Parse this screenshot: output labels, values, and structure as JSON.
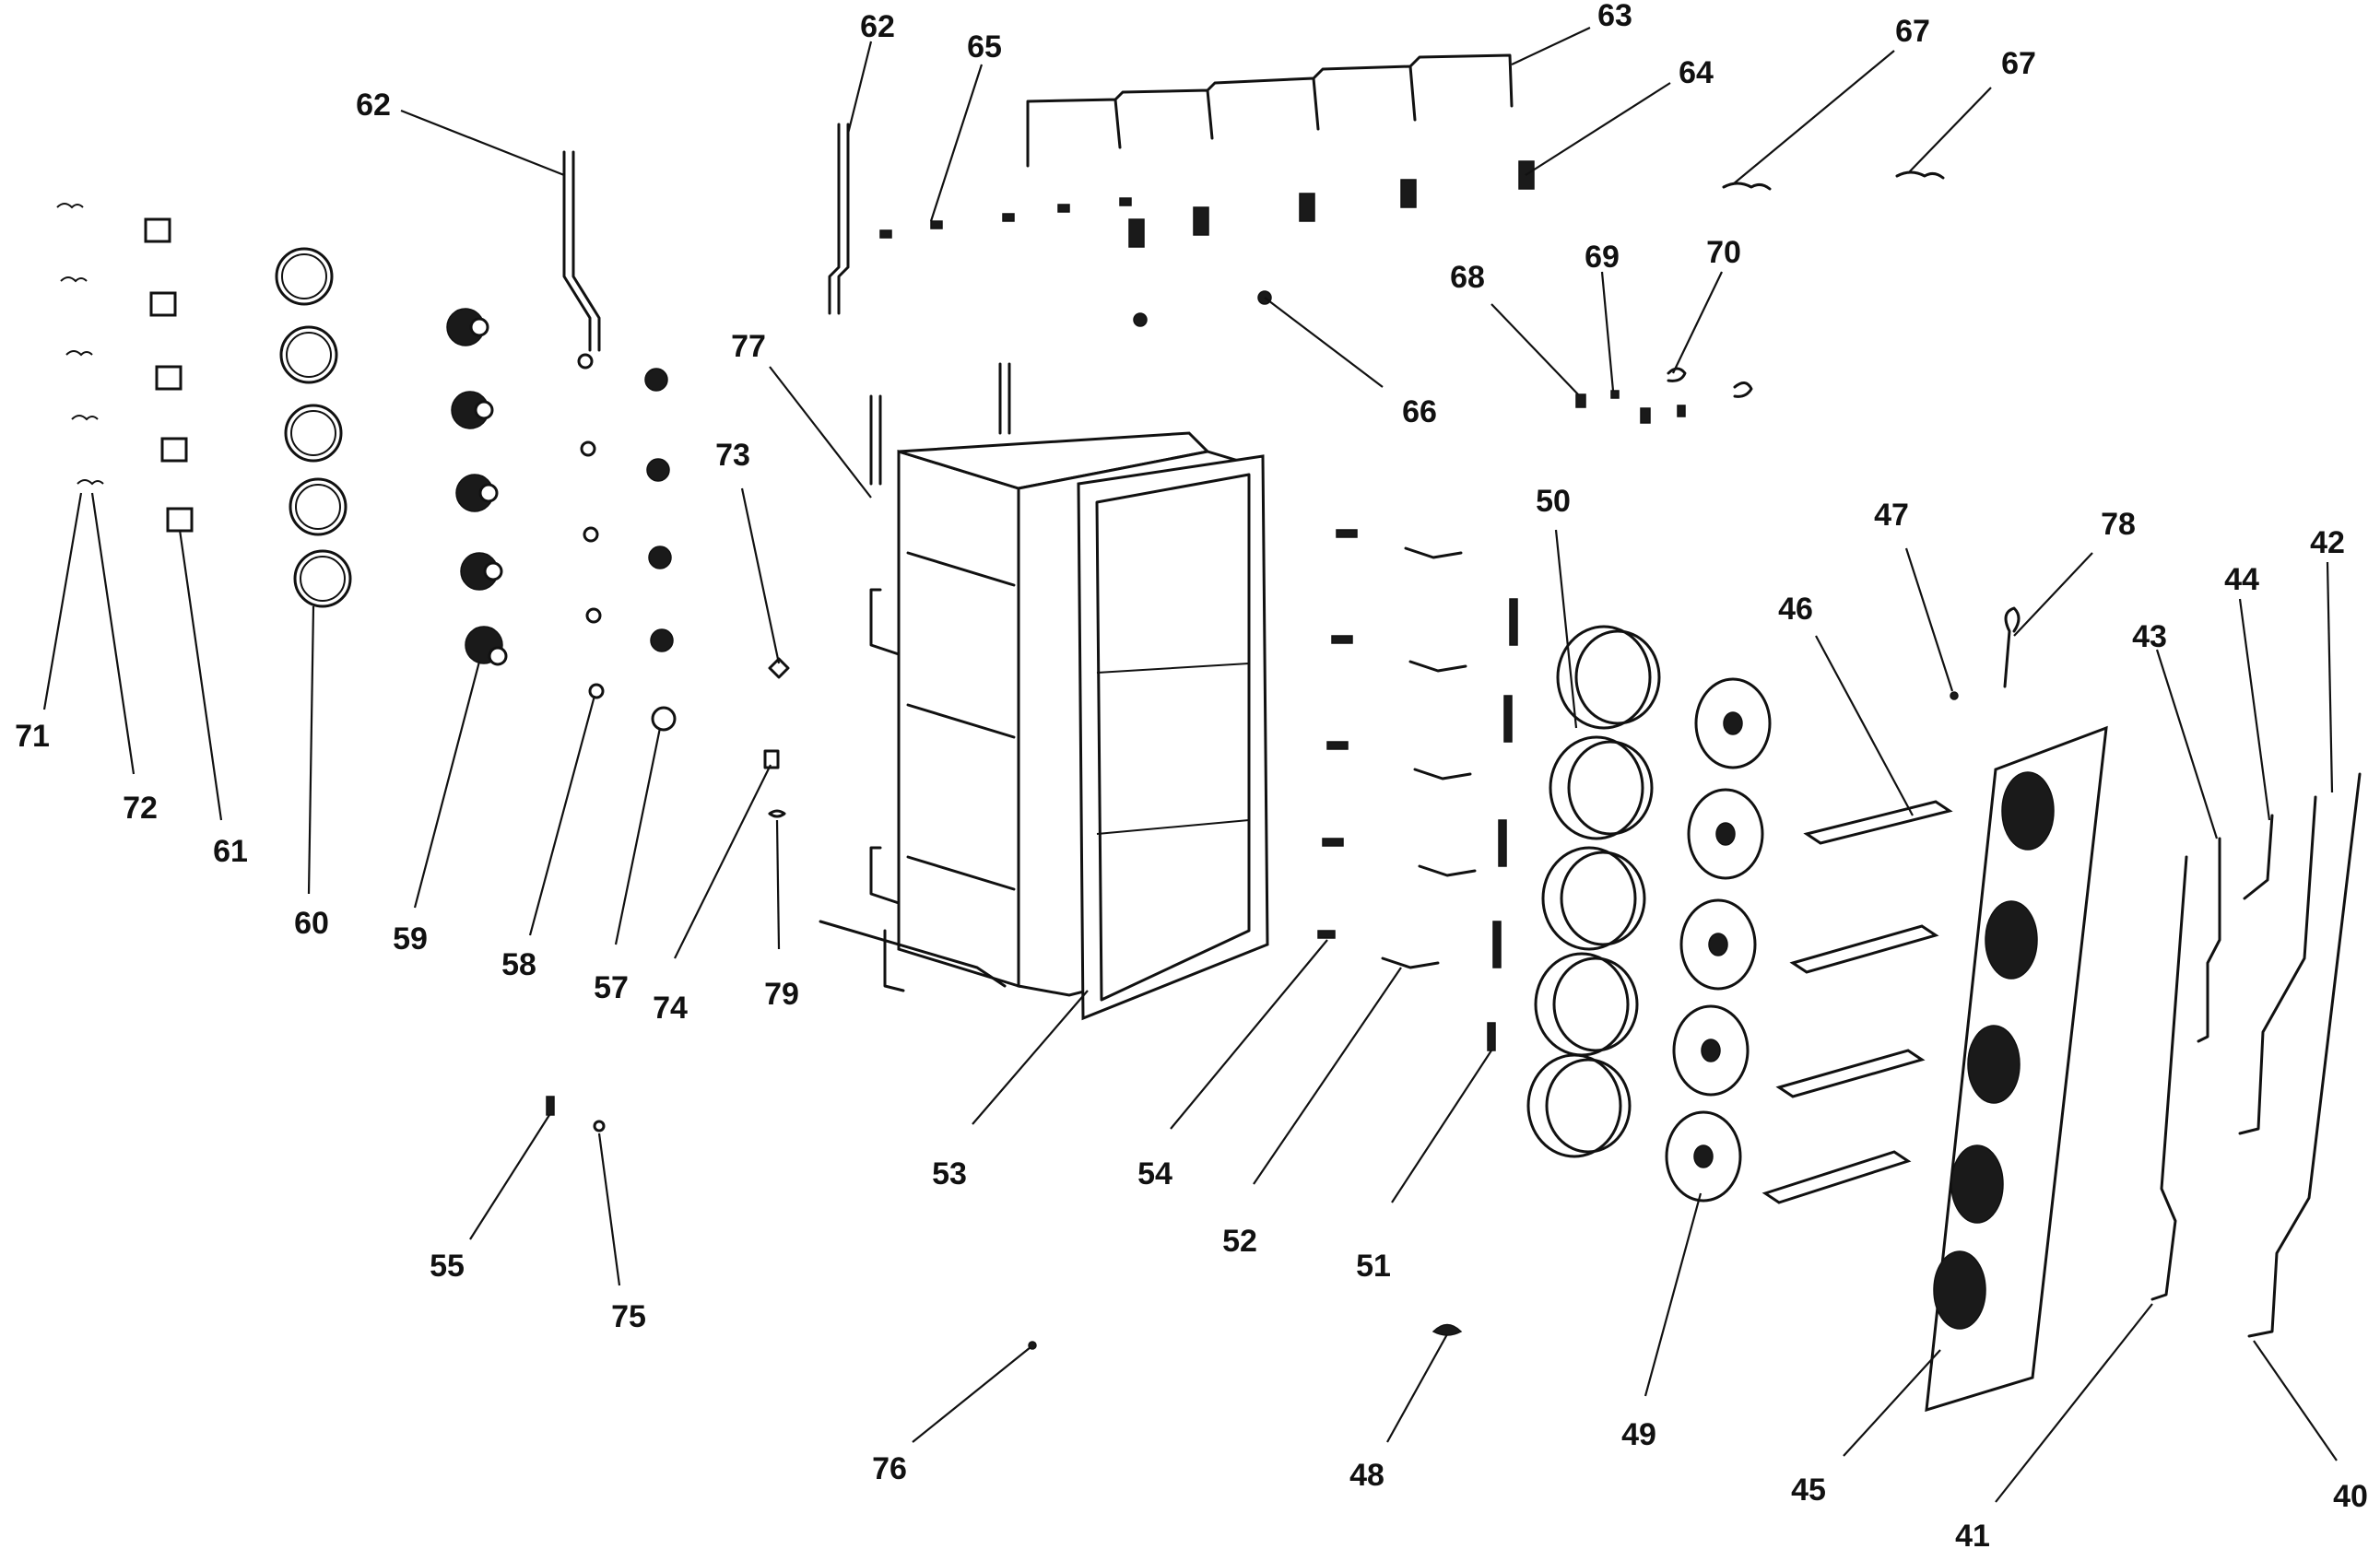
{
  "callouts": [
    {
      "id": "c62a",
      "label": "62"
    },
    {
      "id": "c62b",
      "label": "62"
    },
    {
      "id": "c63",
      "label": "63"
    },
    {
      "id": "c64",
      "label": "64"
    },
    {
      "id": "c65",
      "label": "65"
    },
    {
      "id": "c66",
      "label": "66"
    },
    {
      "id": "c67a",
      "label": "67"
    },
    {
      "id": "c67b",
      "label": "67"
    },
    {
      "id": "c68",
      "label": "68"
    },
    {
      "id": "c69",
      "label": "69"
    },
    {
      "id": "c70",
      "label": "70"
    },
    {
      "id": "c71",
      "label": "71"
    },
    {
      "id": "c72",
      "label": "72"
    },
    {
      "id": "c61",
      "label": "61"
    },
    {
      "id": "c60",
      "label": "60"
    },
    {
      "id": "c59",
      "label": "59"
    },
    {
      "id": "c58",
      "label": "58"
    },
    {
      "id": "c57",
      "label": "57"
    },
    {
      "id": "c74",
      "label": "74"
    },
    {
      "id": "c79",
      "label": "79"
    },
    {
      "id": "c73",
      "label": "73"
    },
    {
      "id": "c77",
      "label": "77"
    },
    {
      "id": "c53",
      "label": "53"
    },
    {
      "id": "c54",
      "label": "54"
    },
    {
      "id": "c52",
      "label": "52"
    },
    {
      "id": "c51",
      "label": "51"
    },
    {
      "id": "c50",
      "label": "50"
    },
    {
      "id": "c49",
      "label": "49"
    },
    {
      "id": "c48",
      "label": "48"
    },
    {
      "id": "c47",
      "label": "47"
    },
    {
      "id": "c46",
      "label": "46"
    },
    {
      "id": "c45",
      "label": "45"
    },
    {
      "id": "c78",
      "label": "78"
    },
    {
      "id": "c44",
      "label": "44"
    },
    {
      "id": "c43",
      "label": "43"
    },
    {
      "id": "c42",
      "label": "42"
    },
    {
      "id": "c41",
      "label": "41"
    },
    {
      "id": "c40",
      "label": "40"
    },
    {
      "id": "c55",
      "label": "55"
    },
    {
      "id": "c75",
      "label": "75"
    },
    {
      "id": "c76",
      "label": "76"
    }
  ]
}
